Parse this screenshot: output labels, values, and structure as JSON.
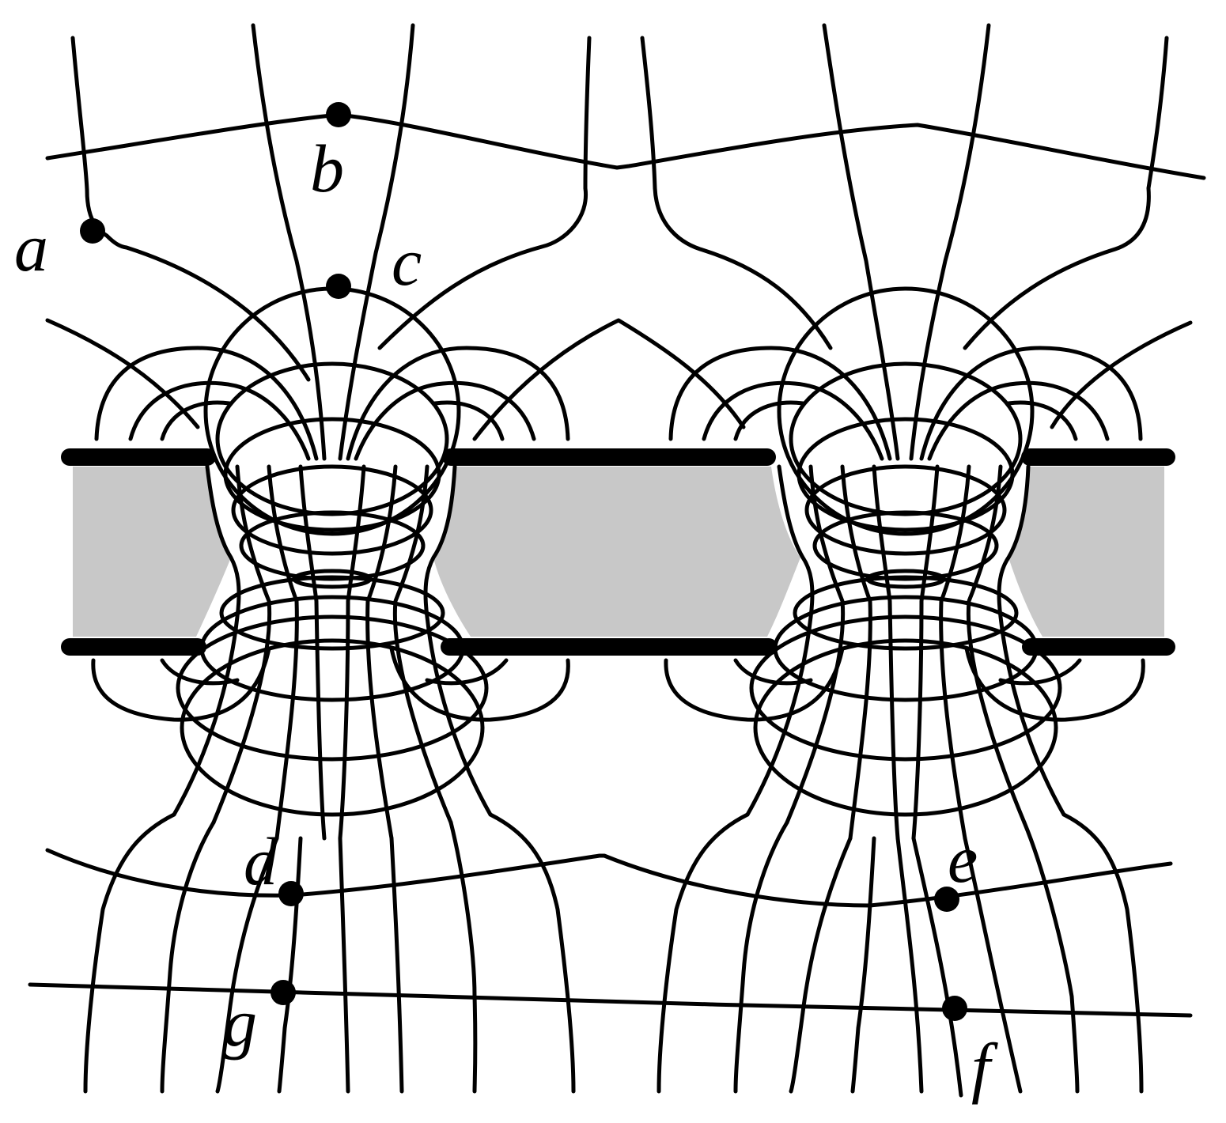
{
  "colors": {
    "line": "#000000",
    "dielectric_fill": "#c8c8c8",
    "background": "#ffffff"
  },
  "points": [
    {
      "id": "a",
      "label": "a"
    },
    {
      "id": "b",
      "label": "b"
    },
    {
      "id": "c",
      "label": "c"
    },
    {
      "id": "d",
      "label": "d"
    },
    {
      "id": "e",
      "label": "e"
    },
    {
      "id": "f",
      "label": "f"
    },
    {
      "id": "g",
      "label": "g"
    }
  ]
}
